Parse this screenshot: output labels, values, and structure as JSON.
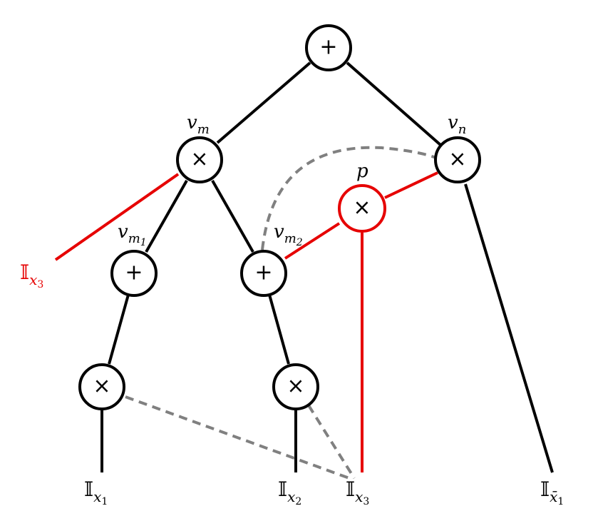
{
  "colors": {
    "edge": "#000000",
    "highlight": "#e60000",
    "dashed": "#808080"
  },
  "nodes": {
    "root": {
      "op": "+"
    },
    "vm": {
      "op": "×",
      "label": "v",
      "label_sub": "m"
    },
    "vn": {
      "op": "×",
      "label": "v",
      "label_sub": "n"
    },
    "p": {
      "op": "×",
      "label": "p"
    },
    "vm1": {
      "op": "+",
      "label": "v",
      "label_sub": "m",
      "label_subsub": "1"
    },
    "vm2": {
      "op": "+",
      "label": "v",
      "label_sub": "m",
      "label_subsub": "2"
    },
    "t1": {
      "op": "×"
    },
    "t2": {
      "op": "×"
    }
  },
  "leaves": {
    "red_x3": {
      "base": "𝕀",
      "var": "x",
      "idx": "3"
    },
    "x1": {
      "base": "𝕀",
      "var": "x",
      "idx": "1"
    },
    "x2": {
      "base": "𝕀",
      "var": "x",
      "idx": "2"
    },
    "x3": {
      "base": "𝕀",
      "var": "x",
      "idx": "3"
    },
    "xbar1": {
      "base": "𝕀",
      "var": "x̄",
      "idx": "1"
    }
  }
}
